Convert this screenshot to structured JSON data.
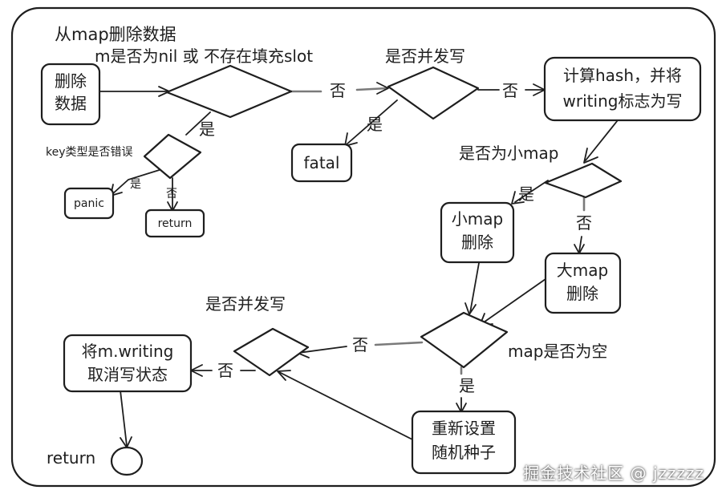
{
  "title": "从map删除数据",
  "nodes": {
    "start": "删除\n数据",
    "fatal": "fatal",
    "panic": "panic",
    "return_small": "return",
    "compute_hash": "计算hash，并将\nwriting标志为写",
    "small_map_delete": "小map\n删除",
    "large_map_delete": "大map\n删除",
    "reset_seed": "重新设置\n随机种子",
    "clear_writing": "将m.writing\n取消写状态",
    "end_return": "return"
  },
  "decisions": {
    "nil_or_no_slot": "m是否为nil 或 不存在填充slot",
    "concurrent_write_1": "是否并发写",
    "key_type_error": "key类型是否错误",
    "is_small_map": "是否为小map",
    "map_empty": "map是否为空",
    "concurrent_write_2": "是否并发写"
  },
  "edge_labels": {
    "e1": "否",
    "e2": "否",
    "e3": "是",
    "e4": "是",
    "e5": "是",
    "e6": "否",
    "e7": "是",
    "e8": "否",
    "e9": "否",
    "e10": "是",
    "e11": "否"
  },
  "watermark": "掘金技术社区 @ jzzzzz"
}
